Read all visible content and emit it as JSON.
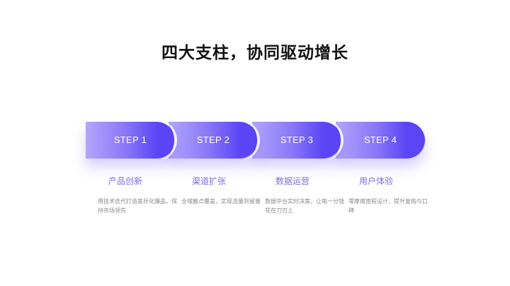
{
  "title": "四大支柱，协同驱动增长",
  "colors": {
    "gradient_start": "#b3a6fb",
    "gradient_end": "#5a43f4",
    "label_color": "#7b6fe0",
    "desc_color": "#8a8a8a",
    "title_color": "#111111"
  },
  "steps": [
    {
      "label": "STEP 1",
      "name": "产品创新",
      "desc": "用技术迭代打造差异化爆品，保持市场领先"
    },
    {
      "label": "STEP 2",
      "name": "渠道扩张",
      "desc": "全域触点覆盖，实现流量到留量"
    },
    {
      "label": "STEP 3",
      "name": "数据运营",
      "desc": "数据中台实时决策，让每一分钱花在刀刃上"
    },
    {
      "label": "STEP 4",
      "name": "用户体验",
      "desc": "零摩擦旅程设计，提升复购与口碑"
    }
  ]
}
